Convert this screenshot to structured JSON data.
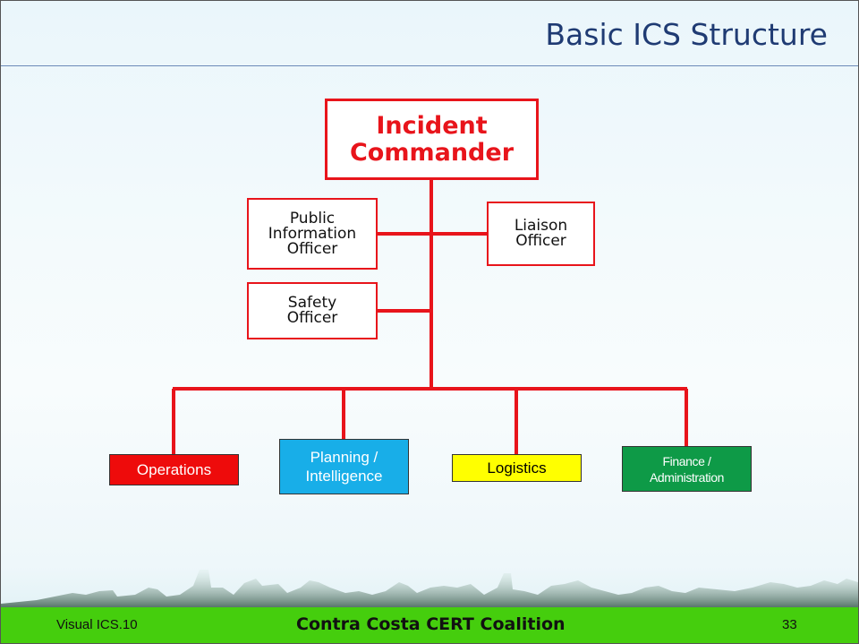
{
  "slide": {
    "title": "Basic ICS Structure"
  },
  "org_chart": {
    "commander": "Incident\nCommander",
    "command_staff": {
      "public_information_officer": "Public\nInformation\nOfficer",
      "liaison_officer": "Liaison\nOfficer",
      "safety_officer": "Safety\nOfficer"
    },
    "sections": {
      "operations": "Operations",
      "planning": "Planning /\nIntelligence",
      "logistics": "Logistics",
      "finance": "Finance /\nAdministration"
    },
    "colors": {
      "connector": "#e8141b",
      "operations": "#ee0b0b",
      "planning": "#18aee8",
      "logistics": "#ffff00",
      "finance": "#0e9a47"
    }
  },
  "footer": {
    "course": "Visual ICS.10",
    "organization": "Contra Costa CERT Coalition",
    "page_number": "33",
    "background_color": "#45ce0d"
  }
}
